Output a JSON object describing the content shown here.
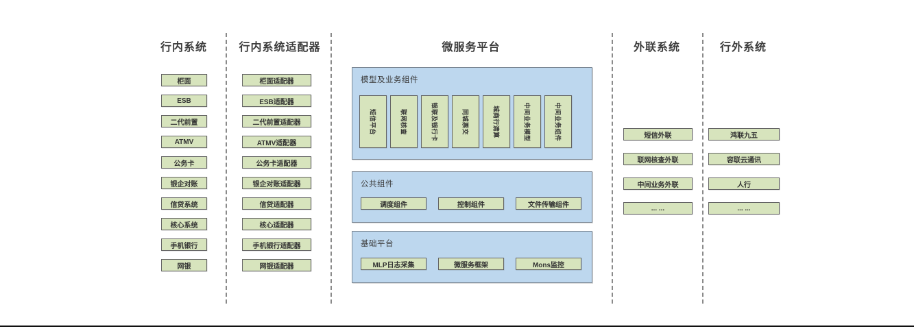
{
  "diagram": {
    "colors": {
      "box_green_fill": "#d7e4bd",
      "box_green_border": "#646464",
      "panel_blue_fill": "#bdd7ee",
      "panel_blue_border": "#7b8794",
      "divider_gray": "#8a8a8a",
      "baseline_black": "#111111",
      "text_dark": "#3c3c3c"
    },
    "columns": {
      "internal": {
        "title": "行内系统",
        "items": [
          "柜面",
          "ESB",
          "二代前置",
          "ATMV",
          "公务卡",
          "银企对账",
          "信贷系统",
          "核心系统",
          "手机银行",
          "网银"
        ]
      },
      "adapters": {
        "title": "行内系统适配器",
        "items": [
          "柜面适配器",
          "ESB适配器",
          "二代前置适配器",
          "ATMV适配器",
          "公务卡适配器",
          "银企对账适配器",
          "信贷适配器",
          "核心适配器",
          "手机银行适配器",
          "网银适配器"
        ]
      },
      "platform": {
        "title": "微服务平台",
        "sections": [
          {
            "label": "模型及业务组件",
            "items": [
              "短信平台",
              "联网核查",
              "银联及银行卡",
              "同城票交",
              "城商行清算",
              "中间业务模型",
              "中间业务组件"
            ]
          },
          {
            "label": "公共组件",
            "items": [
              "调度组件",
              "控制组件",
              "文件传输组件"
            ]
          },
          {
            "label": "基础平台",
            "items": [
              "MLP日志采集",
              "微服务框架",
              "Mons监控"
            ]
          }
        ]
      },
      "extlink": {
        "title": "外联系统",
        "items": [
          "短信外联",
          "联网核查外联",
          "中间业务外联",
          "... ..."
        ]
      },
      "outer": {
        "title": "行外系统",
        "items": [
          "鸿联九五",
          "容联云通讯",
          "人行",
          "... ..."
        ]
      }
    }
  }
}
